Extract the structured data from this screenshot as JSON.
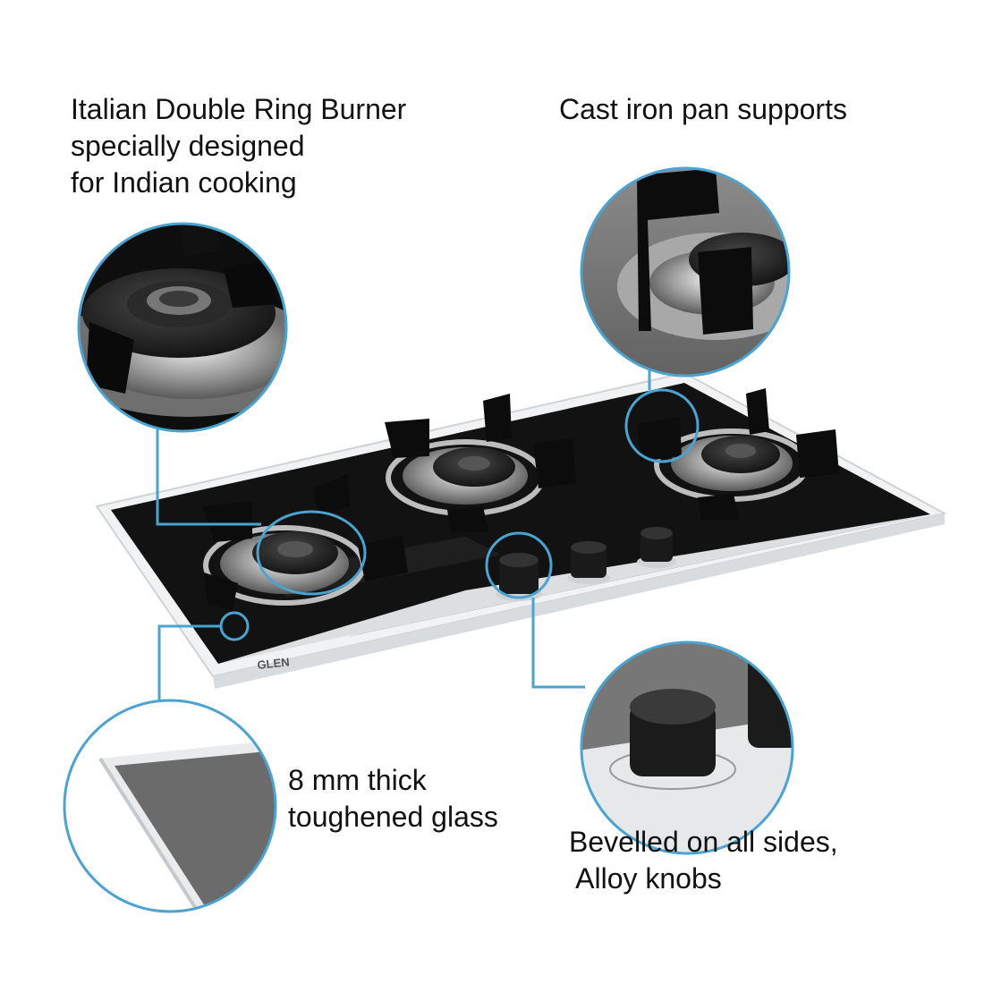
{
  "captions": {
    "burner": [
      "Italian Double Ring Burner",
      "specially designed",
      "for Indian cooking"
    ],
    "pan_supports": [
      "Cast iron pan supports"
    ],
    "glass": [
      "8 mm thick",
      "toughened glass"
    ],
    "knobs": [
      "Bevelled on all sides,",
      " Alloy knobs"
    ]
  },
  "brand_mark": "GLEN",
  "colors": {
    "callout": "#4aa3d0",
    "glass_black": "#121212",
    "frame_white": "#f1f2f3"
  }
}
